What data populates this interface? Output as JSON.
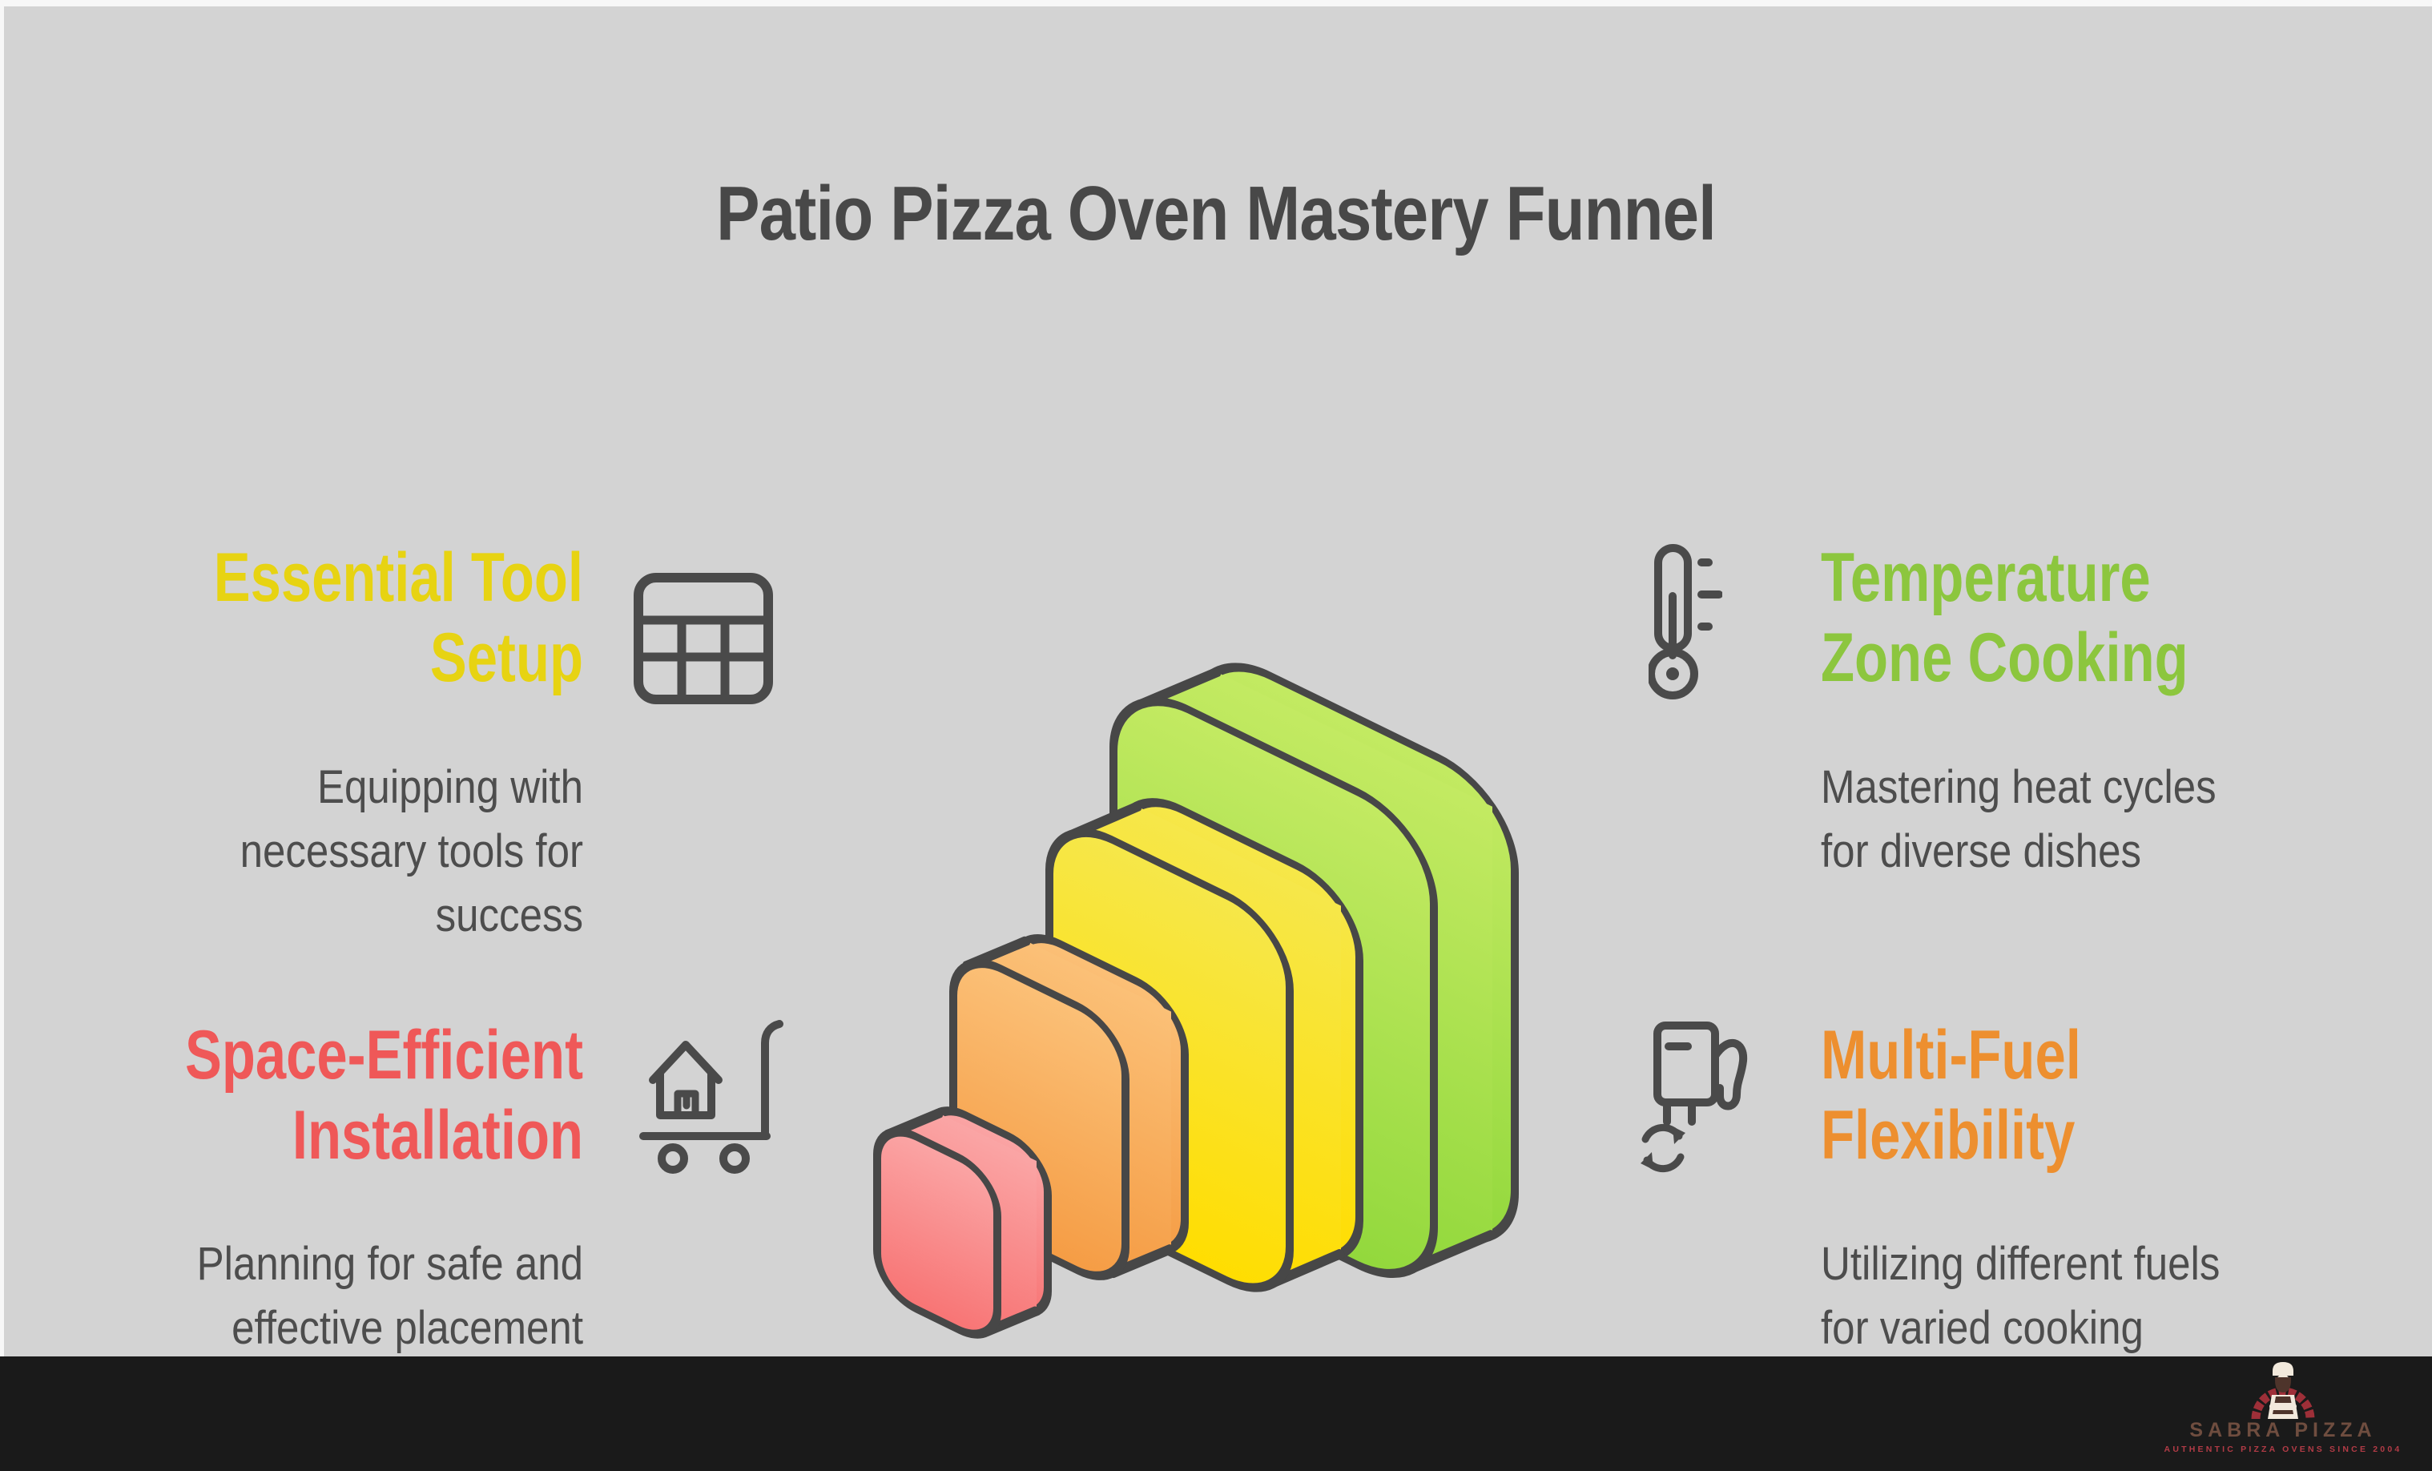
{
  "title": "Patio Pizza Oven Mastery Funnel",
  "title_color": "#484848",
  "background_color": "#d3d3d3",
  "body_text_color": "#4d4d4d",
  "sections": {
    "tool_setup": {
      "heading_line1": "Essential Tool",
      "heading_line2": "Setup",
      "color": "#e7d312",
      "icon": "table-grid-icon",
      "body_line1": "Equipping with",
      "body_line2": "necessary tools for",
      "body_line3": "success"
    },
    "temperature": {
      "heading_line1": "Temperature",
      "heading_line2": "Zone Cooking",
      "color": "#8cc63e",
      "icon": "thermometer-icon",
      "body_line1": "Mastering heat cycles",
      "body_line2": "for diverse dishes"
    },
    "installation": {
      "heading_line1": "Space-Efficient",
      "heading_line2": "Installation",
      "color": "#ef5858",
      "icon": "house-cart-icon",
      "body_line1": "Planning for safe and",
      "body_line2": "effective placement"
    },
    "multi_fuel": {
      "heading_line1": "Multi-Fuel",
      "heading_line2": "Flexibility",
      "color": "#ed8f2f",
      "icon": "fuel-pump-refresh-icon",
      "body_line1": "Utilizing different fuels",
      "body_line2": "for varied cooking"
    }
  },
  "funnel": {
    "outline_color": "#474747",
    "levels": [
      {
        "name": "level-1-smallest",
        "color_top": "#faa5a5",
        "color_bottom": "#f87474"
      },
      {
        "name": "level-2",
        "color_top": "#fbc077",
        "color_bottom": "#f59c44"
      },
      {
        "name": "level-3",
        "color_top": "#f6e74a",
        "color_bottom": "#ffdd00"
      },
      {
        "name": "level-4-largest",
        "color_top": "#c3ea62",
        "color_bottom": "#92d83c"
      }
    ]
  },
  "footer": {
    "bar_color": "#1a1a1a",
    "brand": "SABRA PIZZA",
    "brand_color": "#6f4d3f",
    "tagline": "AUTHENTIC PIZZA OVENS SINCE 2004",
    "tagline_color": "#b23b46"
  }
}
